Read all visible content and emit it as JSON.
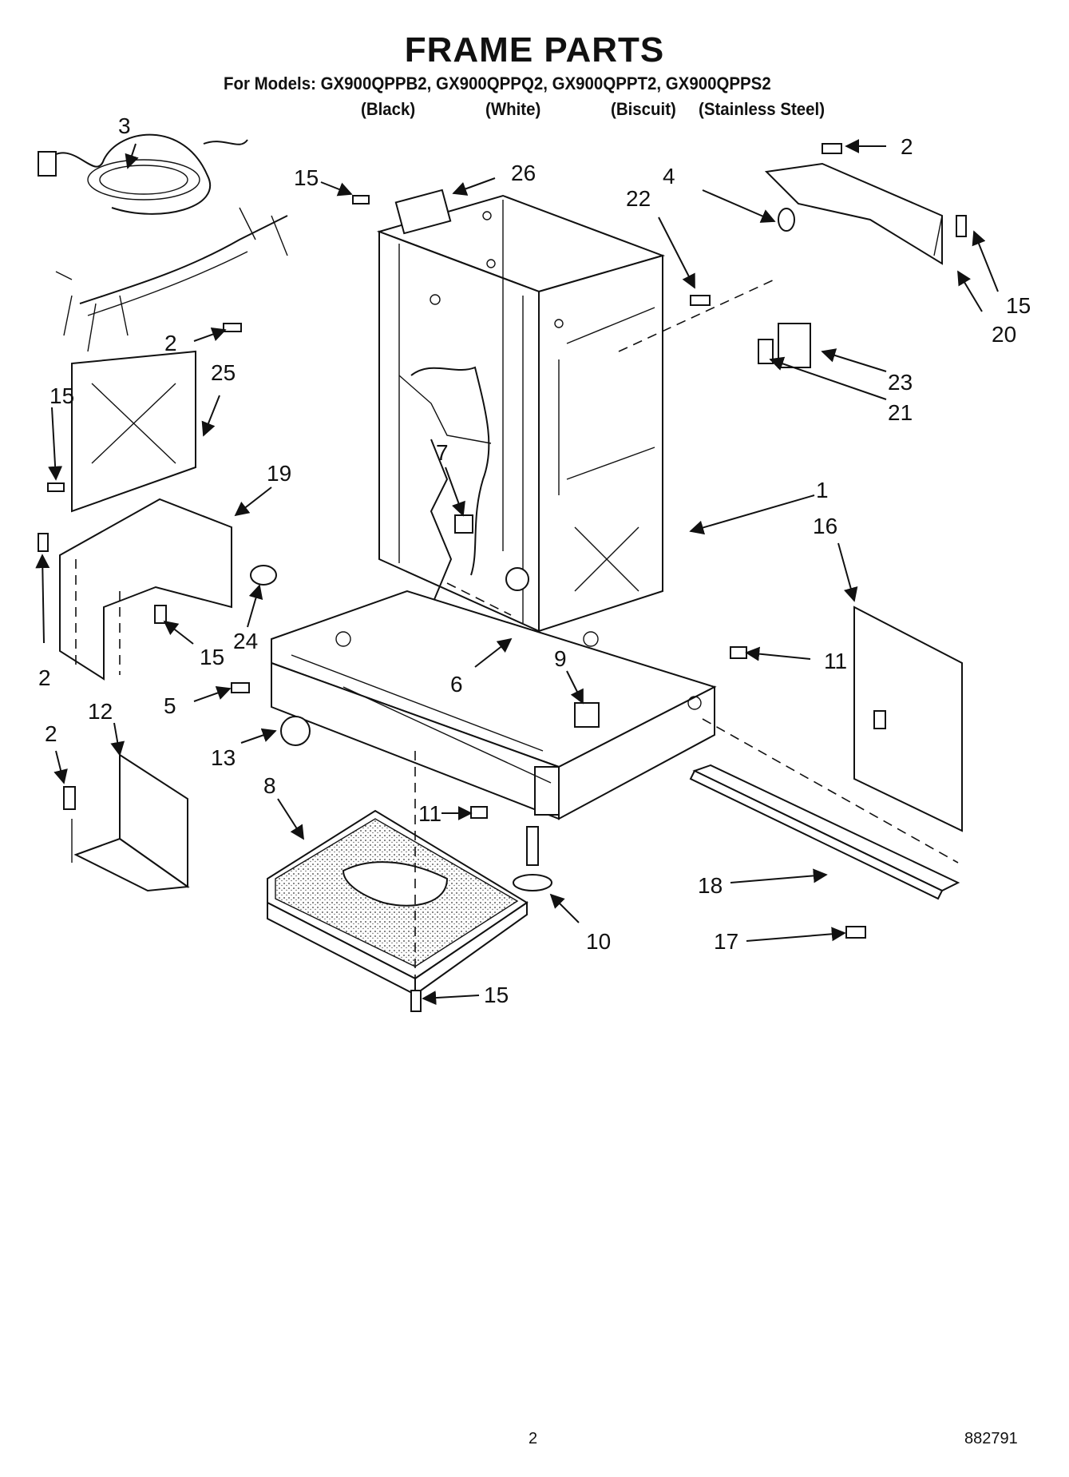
{
  "header": {
    "title": "FRAME PARTS",
    "models_line": "For Models: GX900QPPB2, GX900QPPQ2, GX900QPPT2, GX900QPPS2",
    "variants": [
      "(Black)",
      "(White)",
      "(Biscuit)",
      "(Stainless Steel)"
    ]
  },
  "callouts": {
    "c1": "1",
    "c2a": "2",
    "c2b": "2",
    "c2c": "2",
    "c2d": "2",
    "c3": "3",
    "c4": "4",
    "c5": "5",
    "c6": "6",
    "c7": "7",
    "c8": "8",
    "c9": "9",
    "c10": "10",
    "c11a": "11",
    "c11b": "11",
    "c12": "12",
    "c13": "13",
    "c15a": "15",
    "c15b": "15",
    "c15c": "15",
    "c15d": "15",
    "c15e": "15",
    "c16": "16",
    "c17": "17",
    "c18": "18",
    "c19": "19",
    "c20": "20",
    "c21": "21",
    "c22": "22",
    "c23": "23",
    "c24": "24",
    "c25": "25",
    "c26": "26"
  },
  "footer": {
    "page_number": "2",
    "doc_number": "882791"
  }
}
